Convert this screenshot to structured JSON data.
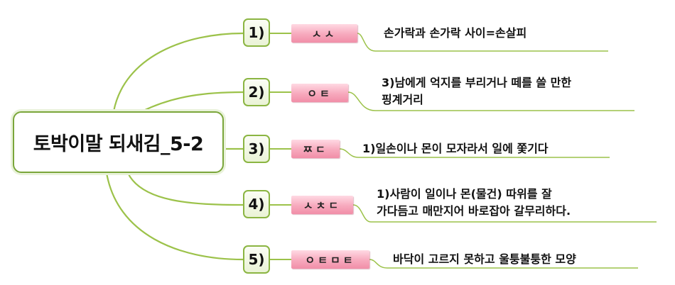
{
  "root": {
    "title": "토박이말 되새김_5-2"
  },
  "items": [
    {
      "num": "1)",
      "hint": "ㅅㅅ",
      "lines": [
        "손가락과 손가락 사이=손살피"
      ]
    },
    {
      "num": "2)",
      "hint": "ㅇㅌ",
      "lines": [
        "3)남에게 억지를 부리거나 떼를 쓸 만한",
        "핑계거리"
      ]
    },
    {
      "num": "3)",
      "hint": "ㅉㄷ",
      "lines": [
        "1)일손이나 몬이 모자라서 일에 쫓기다"
      ]
    },
    {
      "num": "4)",
      "hint": "ㅅㅊㄷ",
      "lines": [
        "1)사람이 일이나 몬(물건) 따위를 잘",
        "가다듬고 매만지어 바로잡아 갈무리하다."
      ]
    },
    {
      "num": "5)",
      "hint": "ㅇㅌㅁㅌ",
      "lines": [
        "바닥이 고르지 못하고 울퉁불퉁한 모양"
      ]
    }
  ],
  "colors": {
    "branch": "#9cc24a",
    "node_border": "#8bb542",
    "tag": "#f7a9bd"
  }
}
